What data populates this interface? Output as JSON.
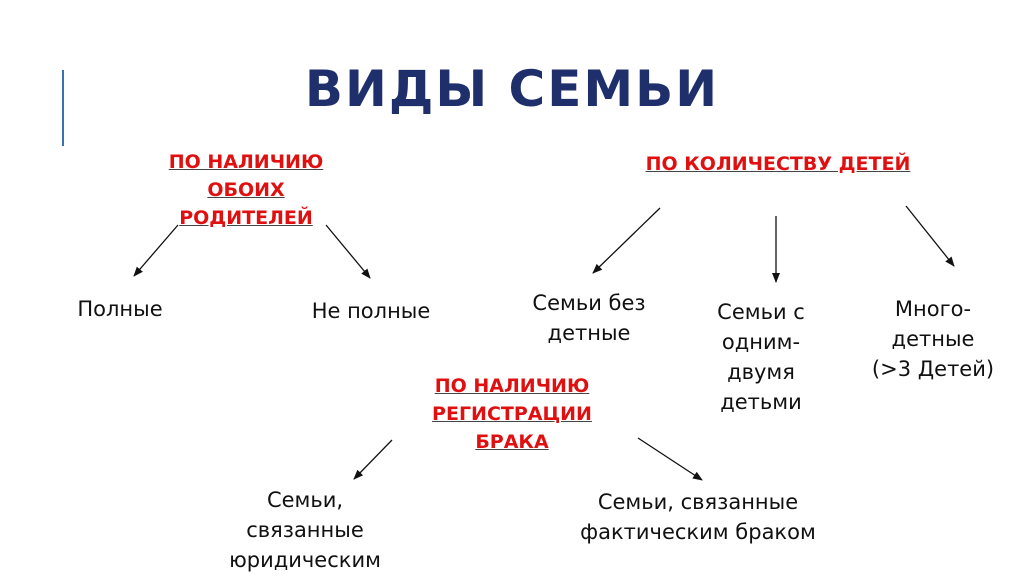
{
  "title": "ВИДЫ СЕМЬИ",
  "categories": {
    "parents": "ПО НАЛИЧИЮ ОБОИХ РОДИТЕЛЕЙ",
    "children": "ПО КОЛИЧЕСТВУ ДЕТЕЙ",
    "registration": "ПО НАЛИЧИЮ РЕГИСТРАЦИИ БРАКА"
  },
  "nodes": {
    "full": "Полные",
    "incomplete": "Не полные",
    "childless": "Семьи бездетные",
    "one_two": "Семьи с одним-двумя детьми",
    "large": "Много-детные (>3 Детей)",
    "legal": "Семьи, связанные юридическим",
    "factual": "Семьи, связанные фактическим браком"
  },
  "colors": {
    "title": "#1f2f6b",
    "category": "#e01010",
    "accent_bar": "#3b6fb6"
  }
}
